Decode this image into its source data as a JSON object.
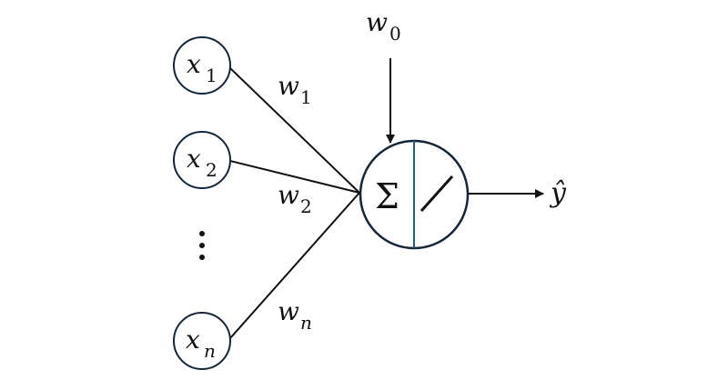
{
  "diagram": {
    "title": "Perceptron",
    "inputs": [
      {
        "var": "x",
        "sub": "1"
      },
      {
        "var": "x",
        "sub": "2"
      },
      {
        "var": "x",
        "sub": "n"
      }
    ],
    "ellipsis": "⋮",
    "weights": [
      {
        "var": "w",
        "sub": "1"
      },
      {
        "var": "w",
        "sub": "2"
      },
      {
        "var": "w",
        "sub": "n"
      }
    ],
    "bias": {
      "var": "w",
      "sub": "0"
    },
    "neuron": {
      "sum_symbol": "Σ",
      "activation": "linear",
      "divider_color": "#1f5f85",
      "outline_color": "#13263a"
    },
    "output": {
      "label": "ŷ"
    }
  }
}
